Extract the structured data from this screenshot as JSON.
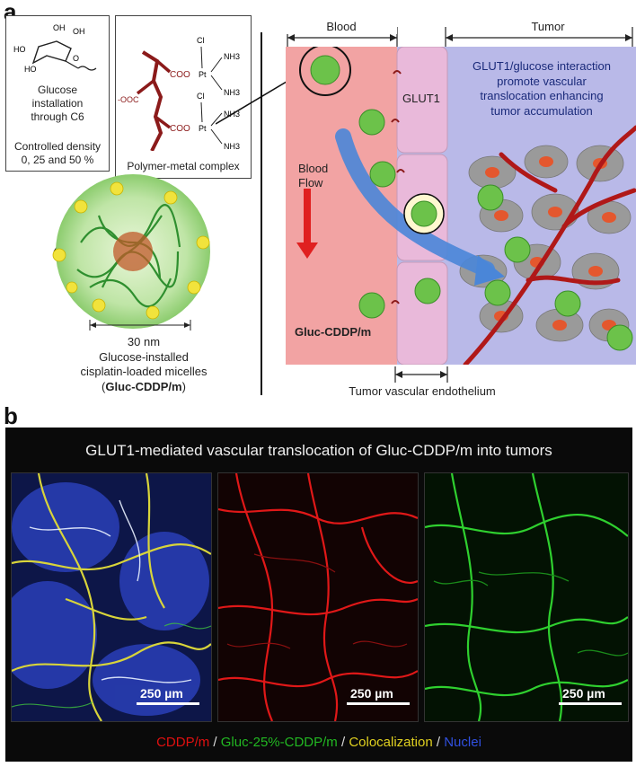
{
  "panel_a": {
    "letter": "a",
    "glucose_box": {
      "line1": "Glucose",
      "line2": "installation",
      "line3": "through C6",
      "density_line1": "Controlled density",
      "density_line2": "0, 25 and 50 %",
      "oh1": "OH",
      "oh2": "OH",
      "ho1": "HO",
      "ho2": "HO",
      "o_ring": "O"
    },
    "polymer_box": {
      "caption": "Polymer-metal complex",
      "coo1": "COO",
      "coo2": "COO",
      "ooc": "-OOC",
      "pt1": "Pt",
      "pt2": "Pt",
      "cl1": "Cl",
      "cl2": "Cl",
      "nh3": "NH3"
    },
    "micelle": {
      "size": "30 nm",
      "caption_line1": "Glucose-installed",
      "caption_line2": "cisplatin-loaded micelles",
      "caption_open": "(",
      "caption_bold": "Gluc-CDDP/m",
      "caption_close": ")"
    },
    "scheme": {
      "blood_label": "Blood",
      "tumor_label": "Tumor",
      "glut1_label": "GLUT1",
      "interaction_line1": "GLUT1/glucose interaction",
      "interaction_line2": "promote vascular",
      "interaction_line3": "translocation enhancing",
      "interaction_line4": "tumor accumulation",
      "blood_flow_line1": "Blood",
      "blood_flow_line2": "Flow",
      "gluc_label": "Gluc-CDDP/m",
      "endothelium_label": "Tumor vascular endothelium",
      "colors": {
        "blood": "#f0a0a0",
        "endothelium": "#e8b8d8",
        "tumor": "#b8b8e6",
        "flow_arrow": "#4a86d8",
        "vessel": "#b01818"
      }
    }
  },
  "panel_b": {
    "letter": "b",
    "title": "GLUT1-mediated vascular translocation of Gluc-CDDP/m into tumors",
    "scale_bars": [
      "250 µm",
      "250 µm",
      "250 µm"
    ],
    "legend": [
      {
        "text": "CDDP/m",
        "color": "#e01010"
      },
      {
        "text": " / ",
        "color": "#dddddd"
      },
      {
        "text": "Gluc-25%-CDDP/m",
        "color": "#22b822"
      },
      {
        "text": " / ",
        "color": "#dddddd"
      },
      {
        "text": "Colocalization",
        "color": "#e0d020"
      },
      {
        "text": " / ",
        "color": "#dddddd"
      },
      {
        "text": "Nuclei",
        "color": "#3050e0"
      }
    ]
  }
}
